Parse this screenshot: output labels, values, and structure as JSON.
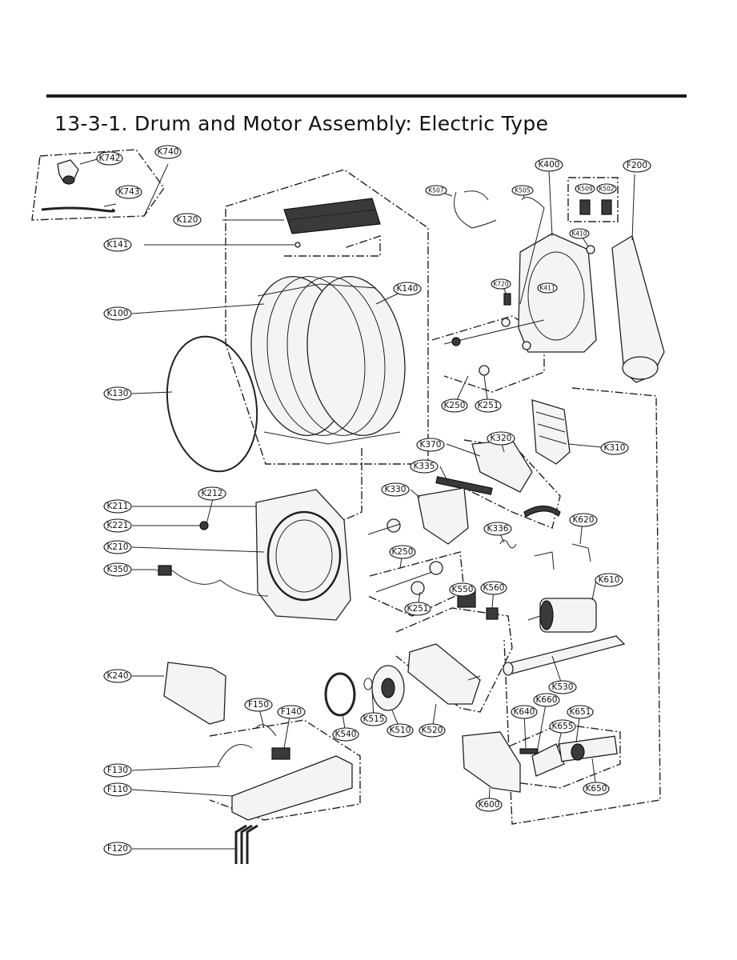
{
  "title": "13-3-1. Drum and Motor Assembly: Electric Type",
  "callouts": [
    "K742",
    "K740",
    "K743",
    "K120",
    "K141",
    "K140",
    "K100",
    "K130",
    "K212",
    "K211",
    "K221",
    "K210",
    "K350",
    "K240",
    "F150",
    "F140",
    "F130",
    "F110",
    "F120",
    "K507",
    "K505",
    "K400",
    "K509",
    "K502",
    "F200",
    "K410",
    "K720",
    "K411",
    "K250",
    "K251",
    "K370",
    "K320",
    "K310",
    "K335",
    "K330",
    "K336",
    "K620",
    "K610",
    "K550",
    "K560",
    "K530",
    "K515",
    "K510",
    "K520",
    "K540",
    "K660",
    "K640",
    "K651",
    "K655",
    "K650",
    "K600"
  ]
}
